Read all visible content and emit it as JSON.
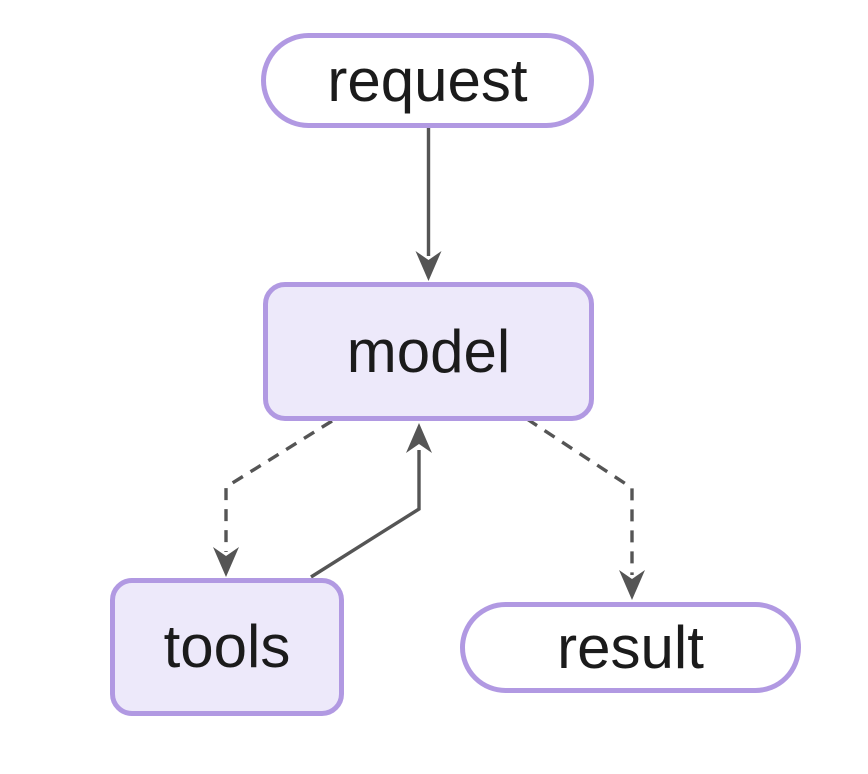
{
  "diagram": {
    "type": "flowchart",
    "direction": "top-down",
    "colors": {
      "background": "#ffffff",
      "node_border": "#b199e2",
      "node_fill_lavender": "#ede9fa",
      "node_fill_white": "#ffffff",
      "edge": "#555555",
      "text": "#1b1b1b"
    },
    "nodes": [
      {
        "id": "request",
        "label": "request",
        "shape": "stadium",
        "fill": "#ffffff"
      },
      {
        "id": "model",
        "label": "model",
        "shape": "rounded-rect",
        "fill": "#ede9fa"
      },
      {
        "id": "tools",
        "label": "tools",
        "shape": "rounded-rect",
        "fill": "#ede9fa"
      },
      {
        "id": "result",
        "label": "result",
        "shape": "stadium",
        "fill": "#ffffff"
      }
    ],
    "edges": [
      {
        "from": "request",
        "to": "model",
        "style": "solid"
      },
      {
        "from": "model",
        "to": "tools",
        "style": "dashed"
      },
      {
        "from": "tools",
        "to": "model",
        "style": "solid"
      },
      {
        "from": "model",
        "to": "result",
        "style": "dashed"
      }
    ]
  }
}
